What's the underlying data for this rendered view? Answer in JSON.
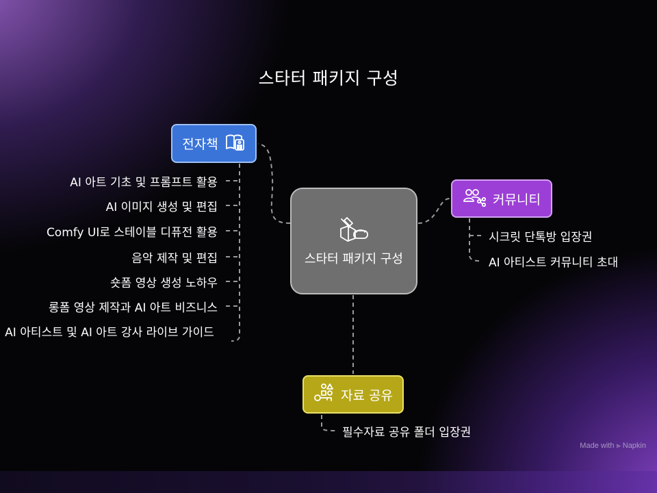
{
  "title": "스타터 패키지 구성",
  "center": {
    "label": "스타터 패키지 구성",
    "icon": "vr-headset-and-paint-icon"
  },
  "ebook": {
    "label": "전자책",
    "icon": "book-remote-icon",
    "color": "#3a74d8",
    "items": [
      "AI 아트 기초 및 프롬프트 활용",
      "AI 이미지 생성 및 편집",
      "Comfy UI로 스테이블 디퓨전 활용",
      "음악 제작 및 편집",
      "숏폼 영상 생성 노하우",
      "롱폼 영상 제작과 AI 아트 비즈니스",
      "AI 아티스트 및 AI 아트 강사 라이브 가이드"
    ]
  },
  "community": {
    "label": "커뮤니티",
    "icon": "people-share-icon",
    "color": "#9c3fd6",
    "items": [
      "시크릿 단톡방 입장권",
      "AI 아티스트 커뮤니티 초대"
    ]
  },
  "resources": {
    "label": "자료 공유",
    "icon": "shapes-key-icon",
    "color": "#b6a718",
    "items": [
      "필수자료 공유 폴더 입장권"
    ]
  },
  "watermark": "Made with ⫸ Napkin"
}
